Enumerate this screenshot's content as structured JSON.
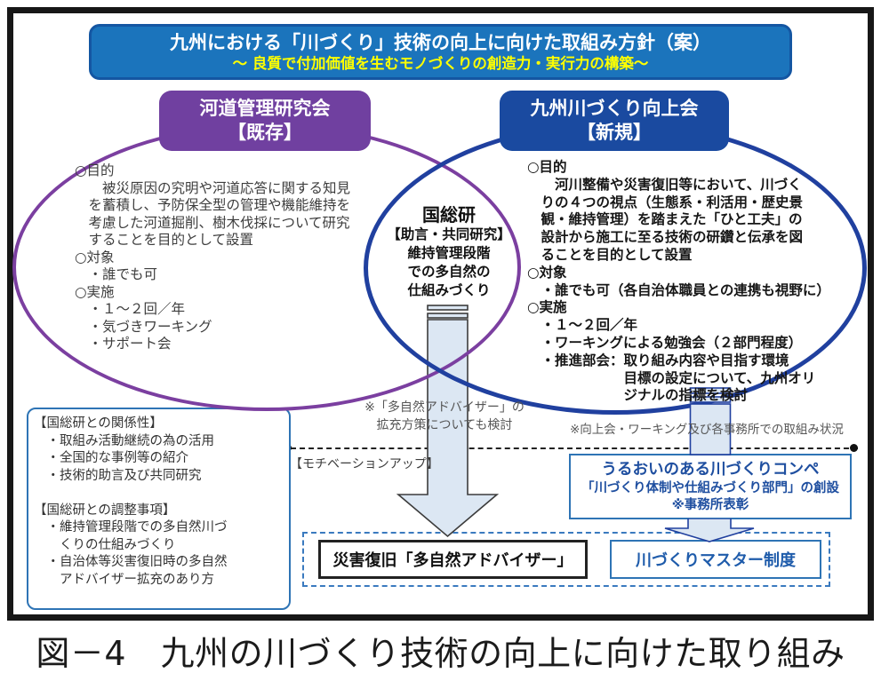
{
  "title": {
    "line1": "九州における「川づくり」技術の向上に向けた取組み方針（案）",
    "line2": "～ 良質で付加価値を生むモノづくりの創造力・実行力の構築～"
  },
  "left_group": {
    "name": "河道管理研究会",
    "tag": "【既存】",
    "body": [
      "○目的",
      "　　被災原因の究明や河道応答に関する知見",
      "　を蓄積し、予防保全型の管理や機能維持を",
      "　考慮した河道掘削、樹木伐採について研究",
      "　することを目的として設置",
      "○対象",
      "　・誰でも可",
      "○実施",
      "　・１～２回／年",
      "　・気づきワーキング",
      "　・サポート会"
    ]
  },
  "right_group": {
    "name": "九州川づくり向上会",
    "tag": "【新規】",
    "body": [
      "○目的",
      "　　河川整備や災害復旧等において、川づく",
      "　りの４つの視点（生態系・利活用・歴史景",
      "　観・維持管理）を踏まえた「ひと工夫」の",
      "　設計から施工に至る技術の研鑽と伝承を図",
      "　ることを目的として設置",
      "○対象",
      "　・誰でも可（各自治体職員との連携も視野に）",
      "○実施",
      "　・１～２回／年",
      "　・ワーキングによる勉強会（２部門程度）",
      "　・推進部会：取り組み内容や目指す環境",
      "　　　　　　　目標の設定について、九州オリ",
      "　　　　　　　ジナルの指標を検討"
    ]
  },
  "kokusoken": {
    "title": "国総研",
    "lines": [
      "【助言・共同研究】",
      "維持管理段階",
      "での多自然の",
      "仕組みづくり"
    ]
  },
  "relation_box": {
    "lines": [
      "【国総研との関係性】",
      "　・取組み活動継続の為の活用",
      "　・全国的な事例等の紹介",
      "　・技術的助言及び共同研究",
      "",
      "【国総研との調整事項】",
      "　・維持管理段階での多自然川づ",
      "　　くりの仕組みづくり",
      "　・自治体等災害復旧時の多自然",
      "　　アドバイザー拡充のあり方"
    ]
  },
  "notes": {
    "adviser": [
      "※「多自然アドバイザー」の",
      "拡充方策についても検討"
    ],
    "kojokai": "※向上会・ワーキング及び各事務所での取組み状況",
    "motivation": "【モチベーションアップ】"
  },
  "compe_box": {
    "line1": "うるおいのある川づくりコンペ",
    "line2": "「川づくり体制や仕組みづくり部門」の創設",
    "line3": "※事務所表彰"
  },
  "results": {
    "disaster": "災害復旧「多自然アドバイザー」",
    "master": "川づくりマスター制度"
  },
  "caption": "図－4　九州の川づくり技術の向上に向けた取り組み",
  "colors": {
    "banner_blue": "#1b74bc",
    "banner_border": "#1456a2",
    "banner_subtitle_yellow": "#ffff00",
    "purple_group": "#7040a0",
    "blue_group": "#1a4aa0",
    "purple_ellipse": "#7b3fa0",
    "blue_ellipse": "#20409f",
    "arrow_fill": "#dce7f3",
    "box_border_blue": "#2e74b5",
    "compe_text_blue": "#1f4fa0",
    "note_gray": "#565656"
  }
}
